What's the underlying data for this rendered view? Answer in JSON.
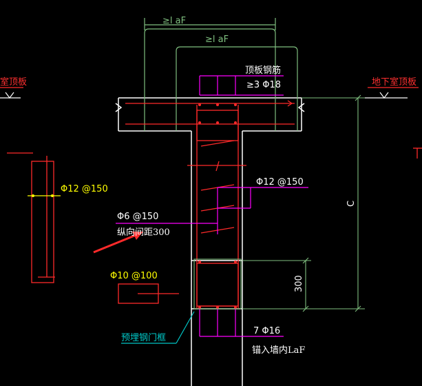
{
  "labels": {
    "laf_outer": "≥l aF",
    "laf_inner": "≥l aF",
    "top_left_slab": "室顶板",
    "top_right_slab": "地下室顶板",
    "roof_rebar_title": "顶板钢筋",
    "roof_rebar_spec": "≥3 Φ18",
    "side_rebar": "Φ12 @150",
    "right_rebar": "Φ12 @150",
    "stirrup": "Φ6 @150",
    "stirrup_note": "纵向间距300",
    "beam_rebar": "Φ10 @100",
    "dim_c": "C",
    "dim_300": "300",
    "door_frame": "预埋钢门框",
    "bottom_rebar": "7 Φ16",
    "bottom_note": "锚入墙内LaF"
  },
  "colors": {
    "background": "#000000",
    "wall": "#ffffff",
    "rebar": "#ff2a2a",
    "magenta": "#ff00ff",
    "green": "#7fbf7f",
    "yellow": "#ffff00",
    "cyan": "#00c8c8",
    "dimension": "#7fbf7f"
  }
}
